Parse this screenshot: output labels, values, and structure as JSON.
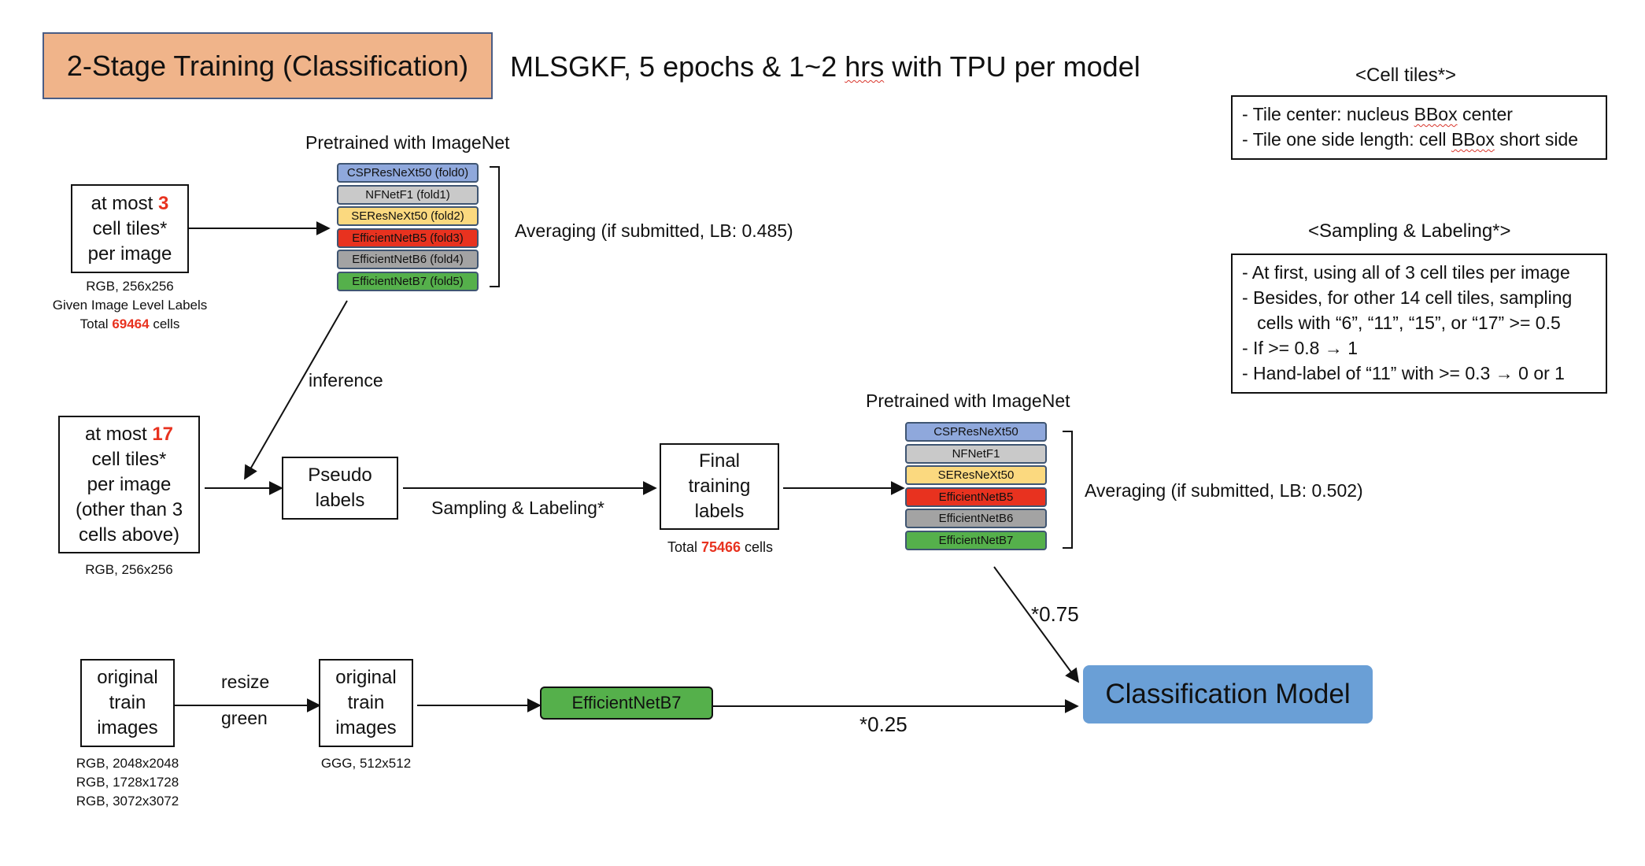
{
  "title": "2-Stage Training (Classification)",
  "subtitle": {
    "pre": "MLSGKF, 5 epochs & 1~2 ",
    "hrs": "hrs",
    "post": " with TPU per model"
  },
  "stage1": {
    "input": {
      "l1_pre": "at most ",
      "l1_num": "3",
      "l2": "cell tiles*",
      "l3": "per image"
    },
    "note": {
      "l1": "RGB, 256x256",
      "l2": "Given Image Level Labels",
      "l3_pre": "Total ",
      "l3_num": "69464",
      "l3_post": " cells"
    },
    "pretrained_label": "Pretrained with ImageNet",
    "models": [
      {
        "name": "CSPResNeXt50 (fold0)",
        "color": "#8fa8dc"
      },
      {
        "name": "NFNetF1 (fold1)",
        "color": "#c9c9c9"
      },
      {
        "name": "SEResNeXt50 (fold2)",
        "color": "#fbd97f"
      },
      {
        "name": "EfficientNetB5 (fold3)",
        "color": "#e8321f"
      },
      {
        "name": "EfficientNetB6 (fold4)",
        "color": "#a3a3a3"
      },
      {
        "name": "EfficientNetB7 (fold5)",
        "color": "#55b04b"
      }
    ],
    "averaging": "Averaging (if submitted, LB: 0.485)"
  },
  "inference_label": "inference",
  "stage2": {
    "input": {
      "l1_pre": "at most ",
      "l1_num": "17",
      "l2": "cell tiles*",
      "l3": "per image",
      "l4": "(other than 3",
      "l5": "cells above)"
    },
    "note": "RGB, 256x256",
    "pseudo": {
      "l1": "Pseudo",
      "l2": "labels"
    },
    "sampling_label": "Sampling & Labeling*",
    "final": {
      "l1": "Final",
      "l2": "training",
      "l3": "labels"
    },
    "final_note": {
      "pre": "Total ",
      "num": "75466",
      "post": " cells"
    },
    "pretrained_label": "Pretrained with ImageNet",
    "models": [
      {
        "name": "CSPResNeXt50",
        "color": "#8fa8dc"
      },
      {
        "name": "NFNetF1",
        "color": "#c9c9c9"
      },
      {
        "name": "SEResNeXt50",
        "color": "#fbd97f"
      },
      {
        "name": "EfficientNetB5",
        "color": "#e8321f"
      },
      {
        "name": "EfficientNetB6",
        "color": "#a3a3a3"
      },
      {
        "name": "EfficientNetB7",
        "color": "#55b04b"
      }
    ],
    "averaging": "Averaging (if submitted, LB: 0.502)"
  },
  "weight_075": "*0.75",
  "weight_025": "*0.25",
  "stage3": {
    "orig1": {
      "l1": "original",
      "l2": "train",
      "l3": "images"
    },
    "orig1_note": {
      "l1": "RGB, 2048x2048",
      "l2": "RGB, 1728x1728",
      "l3": "RGB, 3072x3072"
    },
    "resize": "resize",
    "green": "green",
    "orig2": {
      "l1": "original",
      "l2": "train",
      "l3": "images"
    },
    "orig2_note": "GGG, 512x512",
    "model": {
      "name": "EfficientNetB7",
      "color": "#55b04b"
    }
  },
  "classification_model": {
    "label": "Classification Model",
    "color": "#6a9fd6"
  },
  "cell_tiles": {
    "title": "<Cell tiles*>",
    "l1_pre": "- Tile center: nucleus ",
    "l1_sq": "BBox",
    "l1_post": " center",
    "l2_pre": "- Tile one side length: cell ",
    "l2_sq": "BBox",
    "l2_post": " short side"
  },
  "sampling": {
    "title": "<Sampling & Labeling*>",
    "lines": [
      "- At first, using all of 3 cell tiles per image",
      "- Besides, for other 14 cell tiles, sampling",
      "   cells with “6”, “11”, “15”, or “17” >= 0.5",
      "- If >= 0.8 → 1",
      "- Hand-label of “11” with >= 0.3 → 0 or 1"
    ]
  },
  "title_box_color": "#f0b48a"
}
